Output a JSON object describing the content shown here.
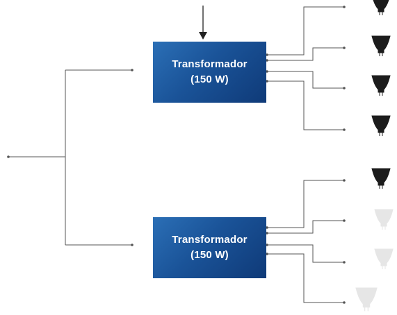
{
  "transformers": [
    {
      "line1": "Transformador",
      "line2": "(150 W)"
    },
    {
      "line1": "Transformador",
      "line2": "(150 W)"
    }
  ],
  "lamps": [
    {
      "state": "on"
    },
    {
      "state": "on"
    },
    {
      "state": "on"
    },
    {
      "state": "on"
    },
    {
      "state": "on"
    },
    {
      "state": "off"
    },
    {
      "state": "off"
    },
    {
      "state": "off"
    }
  ],
  "colors": {
    "box_gradient_light": "#2b6fb6",
    "box_gradient_dark": "#0f3a78",
    "wire": "#555555",
    "arrow": "#222222",
    "lamp_on": "#1c1c1c",
    "lamp_off": "#e6e6e6"
  }
}
